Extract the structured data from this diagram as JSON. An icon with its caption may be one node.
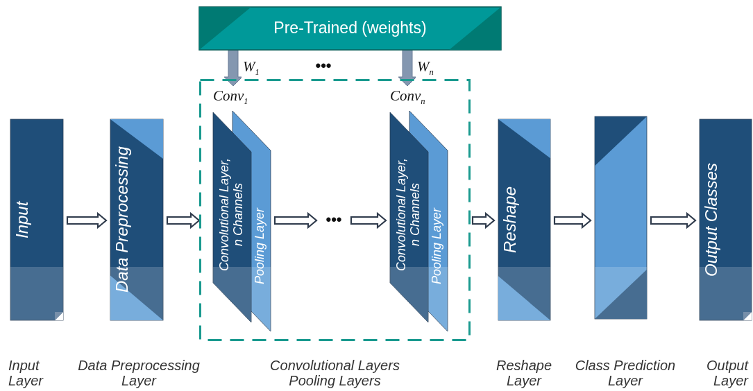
{
  "diagram": {
    "nodes": [
      {
        "text": [
          "Pre-Trained (weights)"
        ]
      },
      {
        "text": [],
        "shape": "box"
      },
      {
        "text": [
          "Input"
        ]
      },
      {
        "text": [
          "Data Preprocessing"
        ]
      },
      {
        "text": [
          "Convolutional Layer, n Channels"
        ],
        "in": 1,
        "beside": [
          "Conv$_{1}$"
        ]
      },
      {
        "text": [
          "Pooling Layer"
        ],
        "in": 1
      },
      {
        "text": [
          "Convolutional Layer, n Channels"
        ],
        "in": 1,
        "beside": [
          "Conv$_{n}$"
        ]
      },
      {
        "text": [
          "Pooling Layer"
        ],
        "in": 1
      },
      {
        "text": [
          "Reshape"
        ]
      },
      {
        "text": [],
        "shape": "box"
      },
      {
        "text": [
          "Output Classes"
        ]
      }
    ],
    "edges": [
      {
        "from": 0,
        "to": 4,
        "arrow": "to",
        "label": "W$_{1}$",
        "style": "thick",
        "color": "#8497b0"
      },
      {
        "from": 0,
        "to": 6,
        "arrow": "to",
        "label": "W$_{n}$",
        "style": "thick",
        "color": "#8497b0"
      },
      {
        "from": 2,
        "to": 3,
        "arrow": "to"
      },
      {
        "from": 3,
        "to": 1,
        "arrow": "to"
      },
      {
        "from": 5,
        "to": null,
        "arrow": "to"
      },
      {
        "from": null,
        "to": 6,
        "arrow": "to"
      },
      {
        "from": 1,
        "to": 8,
        "arrow": "to"
      },
      {
        "from": 8,
        "to": 9,
        "arrow": "to"
      },
      {
        "from": 9,
        "to": 10,
        "arrow": "to"
      }
    ],
    "labels": [
      "•••",
      "•••",
      "Input Layer",
      "Data Preprocessing Layer",
      "Convolutional Layers",
      "Pooling Layers",
      "Reshape Layer",
      "Class Prediction Layer",
      "Output Layer"
    ]
  }
}
